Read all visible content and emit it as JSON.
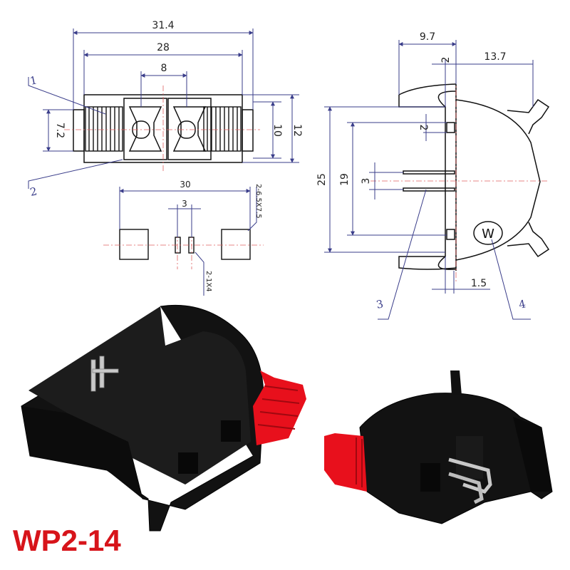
{
  "front_view": {
    "dims": {
      "overall_width": "31.4",
      "body_width": "28",
      "hole_pitch": "8",
      "tab_height": "7.2",
      "body_height": "10",
      "overall_height": "12"
    },
    "callouts": [
      "1",
      "2"
    ]
  },
  "footprint": {
    "pad_span": "30",
    "pin_pitch": "3",
    "pad_note": "2-6.5X7.5",
    "pin_note": "2-1X4"
  },
  "side_view": {
    "dims": {
      "depth": "9.7",
      "wall": "2",
      "lever": "13.7",
      "height": "25",
      "inner": "19",
      "pin_pitch": "3",
      "slot": "2",
      "flange": "1.5"
    },
    "callouts": [
      "3",
      "4"
    ],
    "logo": "W"
  },
  "model": "WP2-14",
  "colors": {
    "body": "#111111",
    "lever": "#e8101c",
    "callout": "#3a3d8a",
    "model": "#d7141a"
  }
}
